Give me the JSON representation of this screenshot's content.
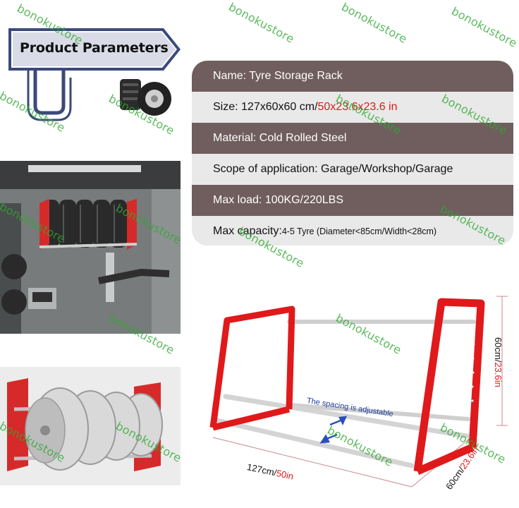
{
  "header": {
    "title": "Product Parameters"
  },
  "params": {
    "name": "Name: Tyre Storage Rack",
    "size_prefix": "Size: 127x60x60 cm/",
    "size_inch": "50x23.6x23.6 in",
    "material": "Material: Cold Rolled Steel",
    "scope": "Scope of application: Garage/Workshop/Garage",
    "max_load": "Max load: 100KG/220LBS",
    "capacity_label": "Max capacity: ",
    "capacity_detail": "4-5 Tyre (Diameter<85cm/Width<28cm)"
  },
  "diagram": {
    "length_cm": "127cm/",
    "length_in": "50in",
    "height_cm": "60cm/",
    "height_in": "23.6in",
    "depth_cm": "60cm/",
    "depth_in": "23.6in",
    "spacing_note": "The spacing is adjustable"
  },
  "watermark": "bonokustore",
  "colors": {
    "rack_red": "#e0191b",
    "row_dark": "#6f5e5d",
    "row_light": "#e9e9e9",
    "watermark": "#2fa831"
  }
}
